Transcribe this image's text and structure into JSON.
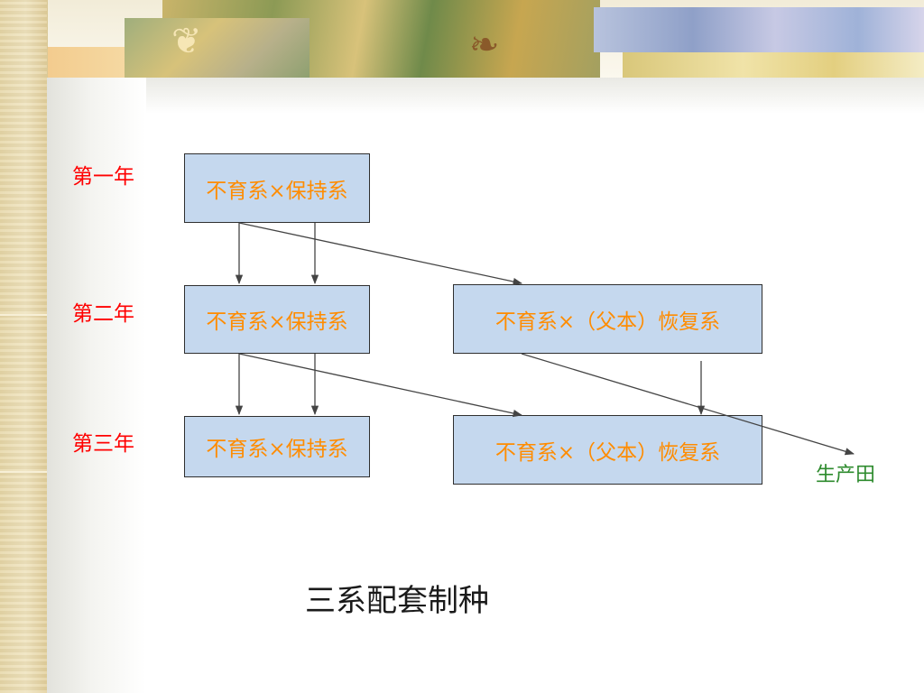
{
  "years": {
    "year1": "第一年",
    "year2": "第二年",
    "year3": "第三年"
  },
  "boxes": {
    "y1_maintainer": "不育系×保持系",
    "y2_maintainer": "不育系×保持系",
    "y2_restorer": "不育系×（父本）恢复系",
    "y3_maintainer": "不育系×保持系",
    "y3_restorer": "不育系×（父本）恢复系"
  },
  "production_field": "生产田",
  "title": "三系配套制种",
  "colors": {
    "box_fill": "#c5d8ee",
    "box_text": "#ff8c00",
    "year_text": "#ff0000",
    "field_text": "#2e8b2e",
    "arrow": "#444444"
  }
}
